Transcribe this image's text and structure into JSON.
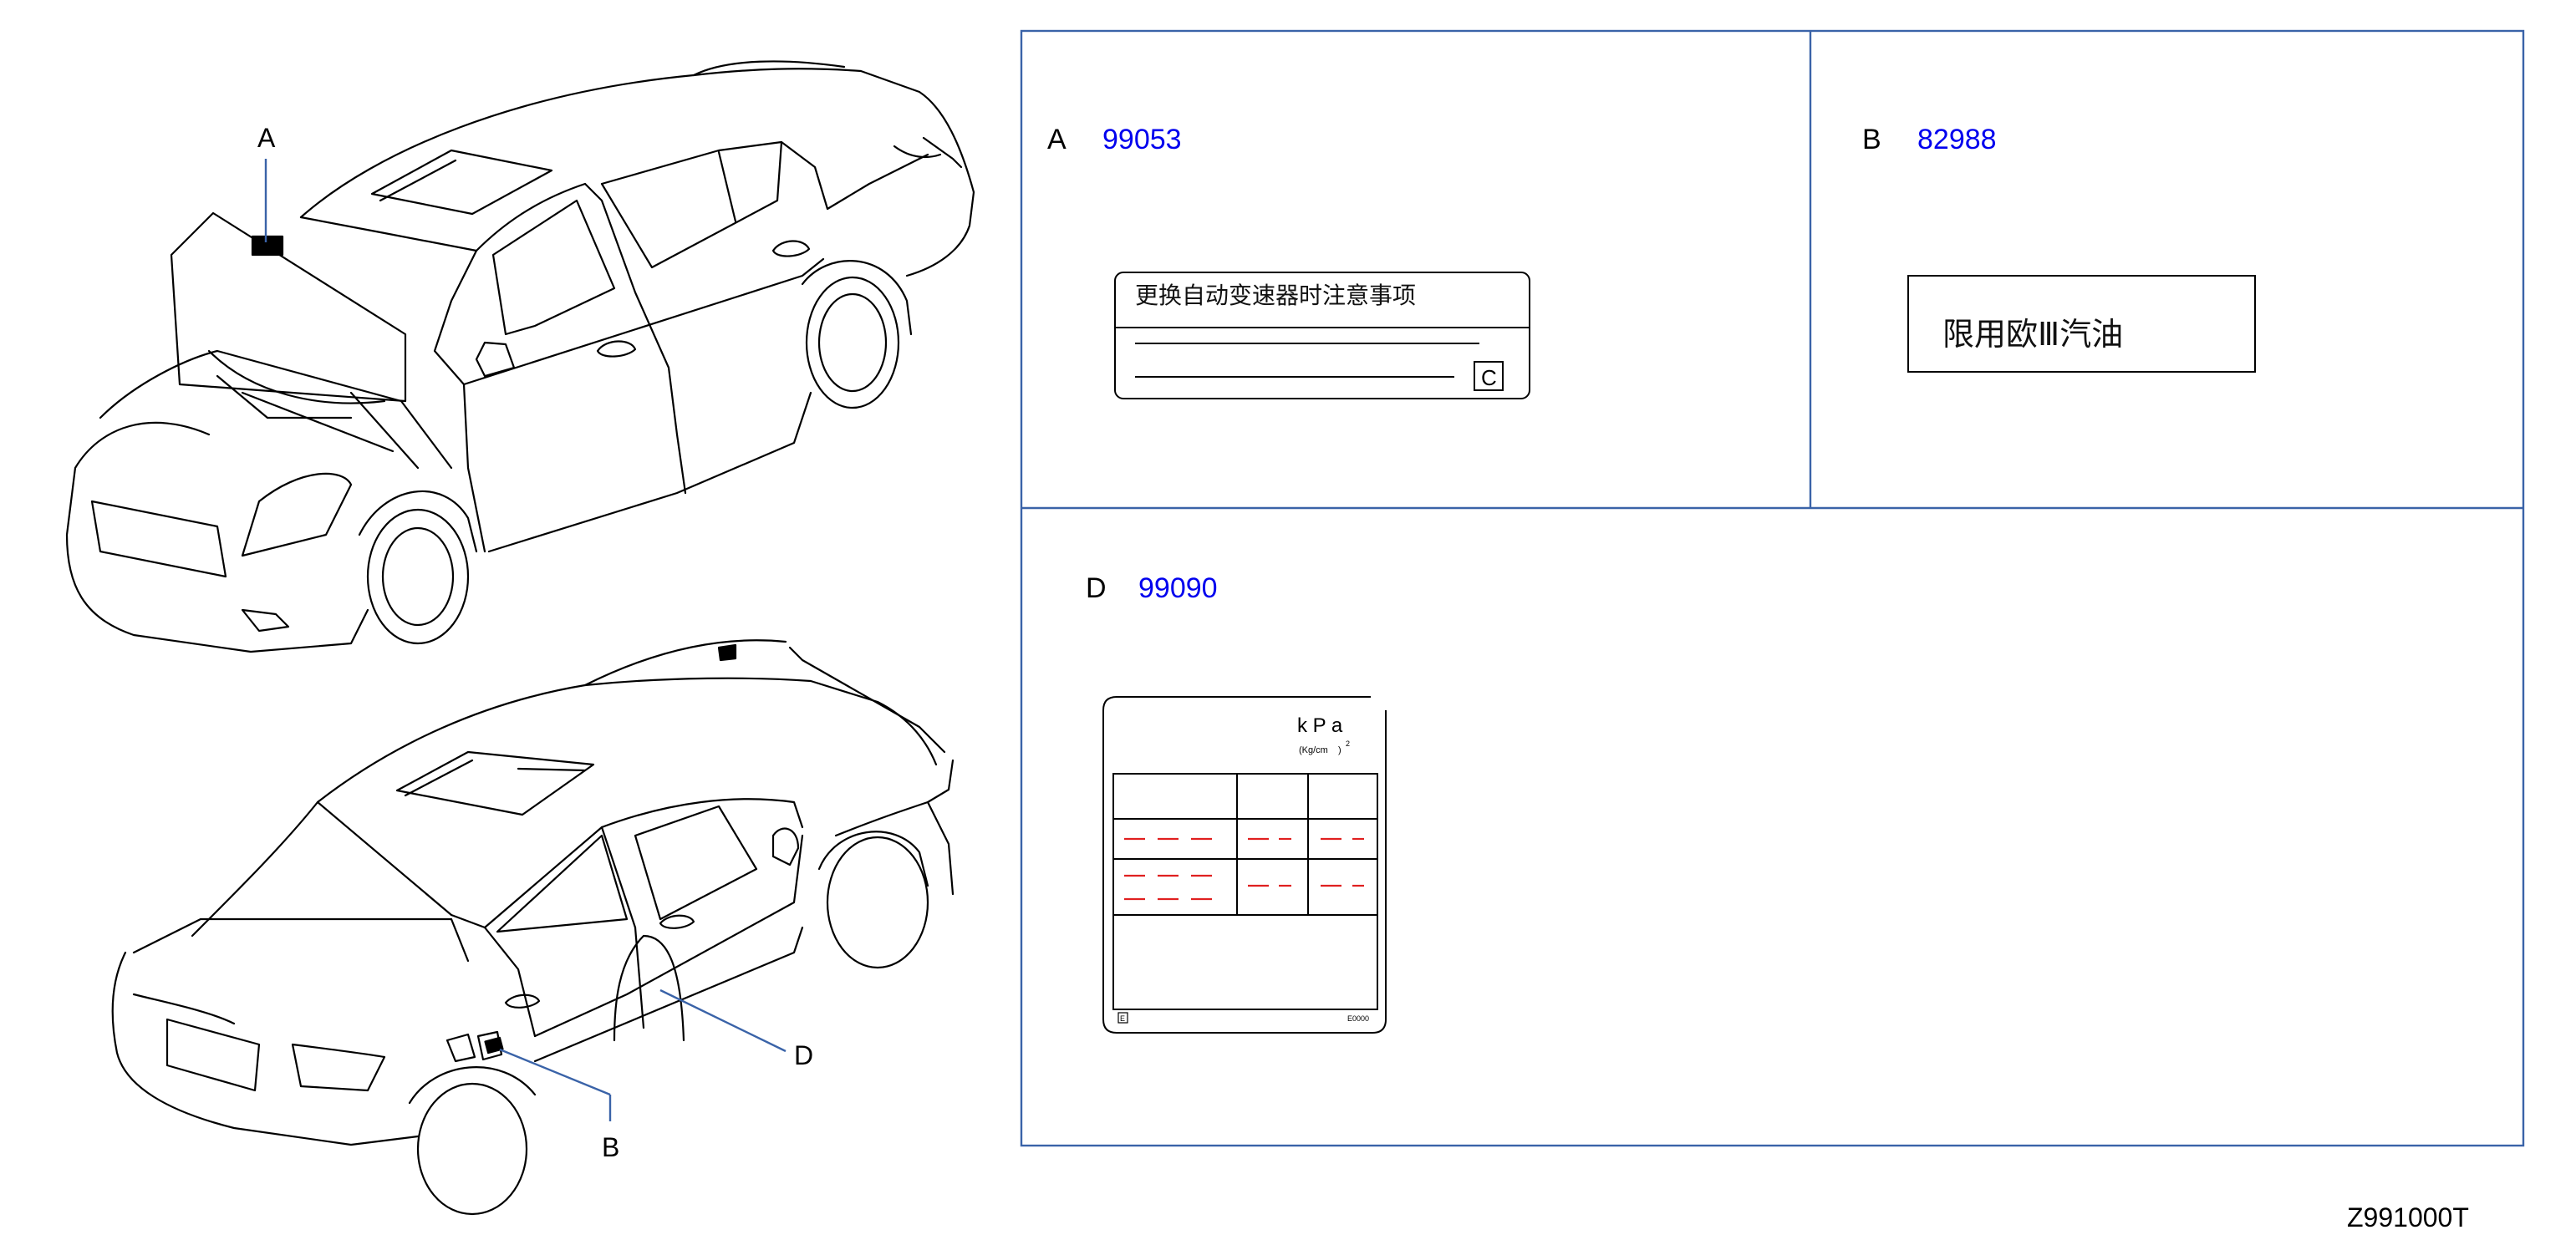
{
  "callouts": {
    "a": "A",
    "b": "B",
    "d": "D"
  },
  "sections": [
    {
      "letter": "A",
      "part_number": "99053",
      "label_title": "更换自动变速器时注意事项",
      "label_badge": "C"
    },
    {
      "letter": "B",
      "part_number": "82988",
      "label_text": "限用欧Ⅲ汽油"
    },
    {
      "letter": "D",
      "part_number": "99090",
      "unit_main": "k P a",
      "unit_sub": "(Kg/cm",
      "unit_sup": "2",
      "unit_close": ")",
      "footer_left": "E",
      "footer_right": "E0000"
    }
  ],
  "drawing_code": "Z991000T",
  "colors": {
    "frame": "#3a63a8",
    "part_number": "#0000ee",
    "dashes": "#e02020",
    "ink": "#000000"
  }
}
